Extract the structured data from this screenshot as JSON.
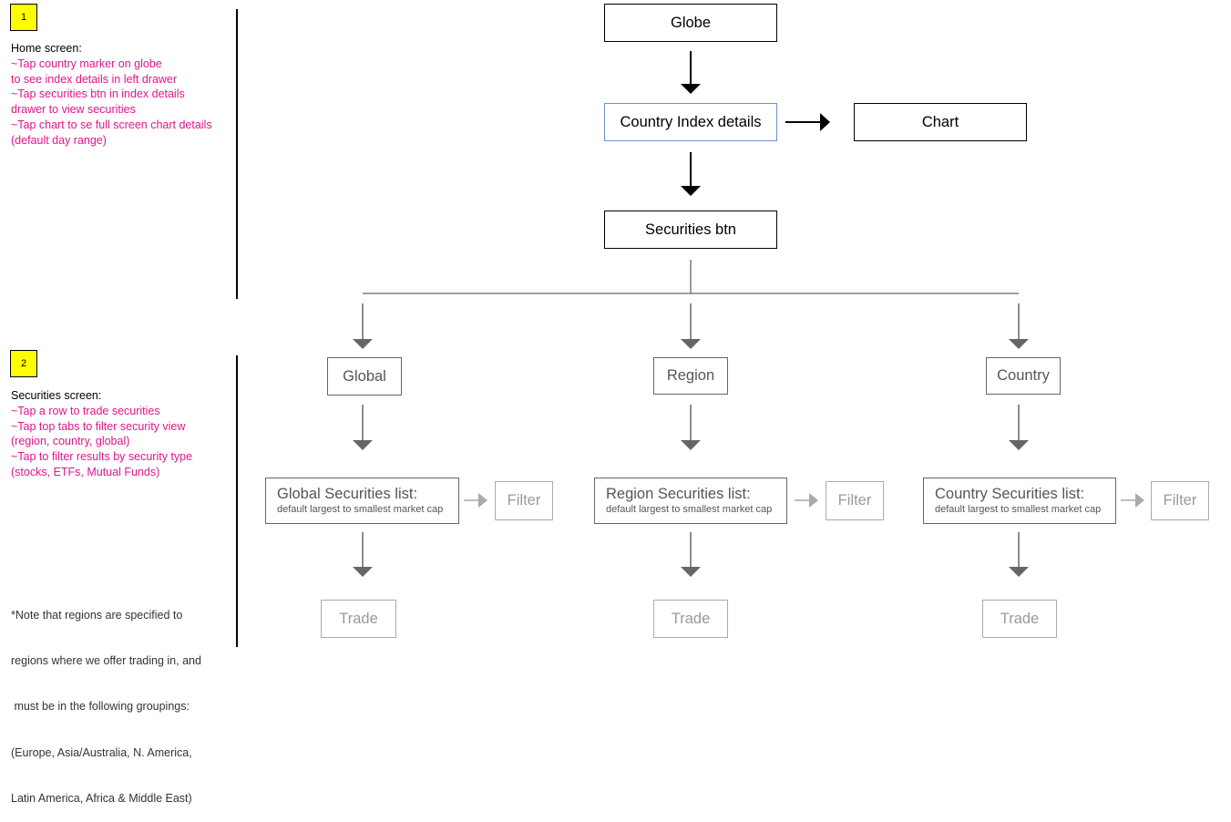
{
  "sections": [
    {
      "badge": "1",
      "title": "Home screen:",
      "lines": [
        "~Tap country marker on globe",
        "to see index details in left drawer",
        "~Tap securities btn in index details",
        "drawer to view securities",
        "~Tap chart to se full screen chart details",
        "(default day range)"
      ]
    },
    {
      "badge": "2",
      "title": "Securities screen:",
      "lines": [
        "~Tap a row to trade securities",
        "~Tap top tabs to filter security view",
        "(region, country, global)",
        "~Tap to filter results by security type",
        "(stocks, ETFs, Mutual Funds)"
      ]
    }
  ],
  "footnote": [
    "*Note that regions are specified to",
    "regions where we offer trading in, and",
    " must be in the following groupings:",
    "(Europe, Asia/Australia, N. America,",
    "Latin America, Africa & Middle East)"
  ],
  "flow": {
    "globe": "Globe",
    "country_index": "Country Index details",
    "chart": "Chart",
    "securities_btn": "Securities btn",
    "branches": [
      {
        "tab": "Global",
        "list_title": "Global Securities list:",
        "list_subtitle": "default largest to smallest market cap",
        "filter": "Filter",
        "trade": "Trade"
      },
      {
        "tab": "Region",
        "list_title": "Region Securities list:",
        "list_subtitle": "default largest to smallest market cap",
        "filter": "Filter",
        "trade": "Trade"
      },
      {
        "tab": "Country",
        "list_title": "Country Securities list:",
        "list_subtitle": "default largest to smallest market cap",
        "filter": "Filter",
        "trade": "Trade"
      }
    ]
  },
  "colors": {
    "badge": "#ffff00",
    "instruction_text": "#e0168c",
    "active_box_border": "#000000",
    "highlight_border": "#6d8fcf",
    "secondary_border": "#666666",
    "muted_border": "#aaaaaa"
  }
}
